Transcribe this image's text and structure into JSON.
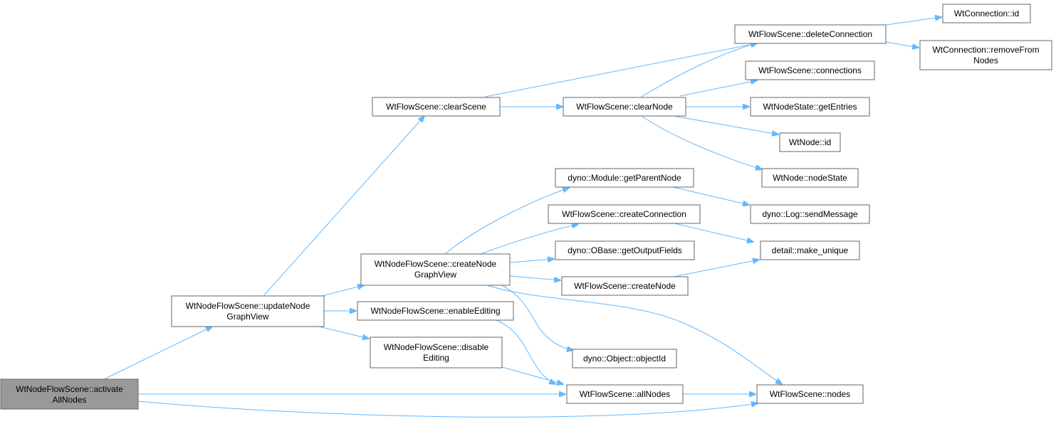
{
  "diagram": {
    "type": "call-graph",
    "colors": {
      "edge": "#63b8ff",
      "node_border": "#666666",
      "root_fill": "#999999",
      "node_fill": "#ffffff"
    },
    "nodes": {
      "activateAllNodes": [
        "WtNodeFlowScene::activate",
        "AllNodes"
      ],
      "updateNodeGraphView": [
        "WtNodeFlowScene::updateNode",
        "GraphView"
      ],
      "clearScene": [
        "WtFlowScene::clearScene"
      ],
      "createNodeGraphView": [
        "WtNodeFlowScene::createNode",
        "GraphView"
      ],
      "enableEditing": [
        "WtNodeFlowScene::enableEditing"
      ],
      "disableEditing": [
        "WtNodeFlowScene::disable",
        "Editing"
      ],
      "clearNode": [
        "WtFlowScene::clearNode"
      ],
      "getParentNode": [
        "dyno::Module::getParentNode"
      ],
      "createConnection": [
        "WtFlowScene::createConnection"
      ],
      "getOutputFields": [
        "dyno::OBase::getOutputFields"
      ],
      "createNode": [
        "WtFlowScene::createNode"
      ],
      "objectId": [
        "dyno::Object::objectId"
      ],
      "allNodes": [
        "WtFlowScene::allNodes"
      ],
      "deleteConnection": [
        "WtFlowScene::deleteConnection"
      ],
      "connections": [
        "WtFlowScene::connections"
      ],
      "getEntries": [
        "WtNodeState::getEntries"
      ],
      "nodeId": [
        "WtNode::id"
      ],
      "nodeState": [
        "WtNode::nodeState"
      ],
      "sendMessage": [
        "dyno::Log::sendMessage"
      ],
      "makeUnique": [
        "detail::make_unique"
      ],
      "nodes": [
        "WtFlowScene::nodes"
      ],
      "connectionId": [
        "WtConnection::id"
      ],
      "removeFromNodes": [
        "WtConnection::removeFrom",
        "Nodes"
      ]
    },
    "edges": [
      [
        "activateAllNodes",
        "updateNodeGraphView"
      ],
      [
        "activateAllNodes",
        "allNodes"
      ],
      [
        "activateAllNodes",
        "nodes"
      ],
      [
        "updateNodeGraphView",
        "clearScene"
      ],
      [
        "updateNodeGraphView",
        "createNodeGraphView"
      ],
      [
        "updateNodeGraphView",
        "enableEditing"
      ],
      [
        "updateNodeGraphView",
        "disableEditing"
      ],
      [
        "clearScene",
        "clearNode"
      ],
      [
        "clearScene",
        "deleteConnection"
      ],
      [
        "clearNode",
        "deleteConnection"
      ],
      [
        "clearNode",
        "connections"
      ],
      [
        "clearNode",
        "getEntries"
      ],
      [
        "clearNode",
        "nodeId"
      ],
      [
        "clearNode",
        "nodeState"
      ],
      [
        "deleteConnection",
        "connectionId"
      ],
      [
        "deleteConnection",
        "removeFromNodes"
      ],
      [
        "createNodeGraphView",
        "getParentNode"
      ],
      [
        "createNodeGraphView",
        "createConnection"
      ],
      [
        "createNodeGraphView",
        "getOutputFields"
      ],
      [
        "createNodeGraphView",
        "createNode"
      ],
      [
        "createNodeGraphView",
        "objectId"
      ],
      [
        "createNodeGraphView",
        "nodes"
      ],
      [
        "getParentNode",
        "sendMessage"
      ],
      [
        "createConnection",
        "makeUnique"
      ],
      [
        "createNode",
        "makeUnique"
      ],
      [
        "enableEditing",
        "allNodes"
      ],
      [
        "disableEditing",
        "allNodes"
      ],
      [
        "allNodes",
        "nodes"
      ]
    ]
  }
}
